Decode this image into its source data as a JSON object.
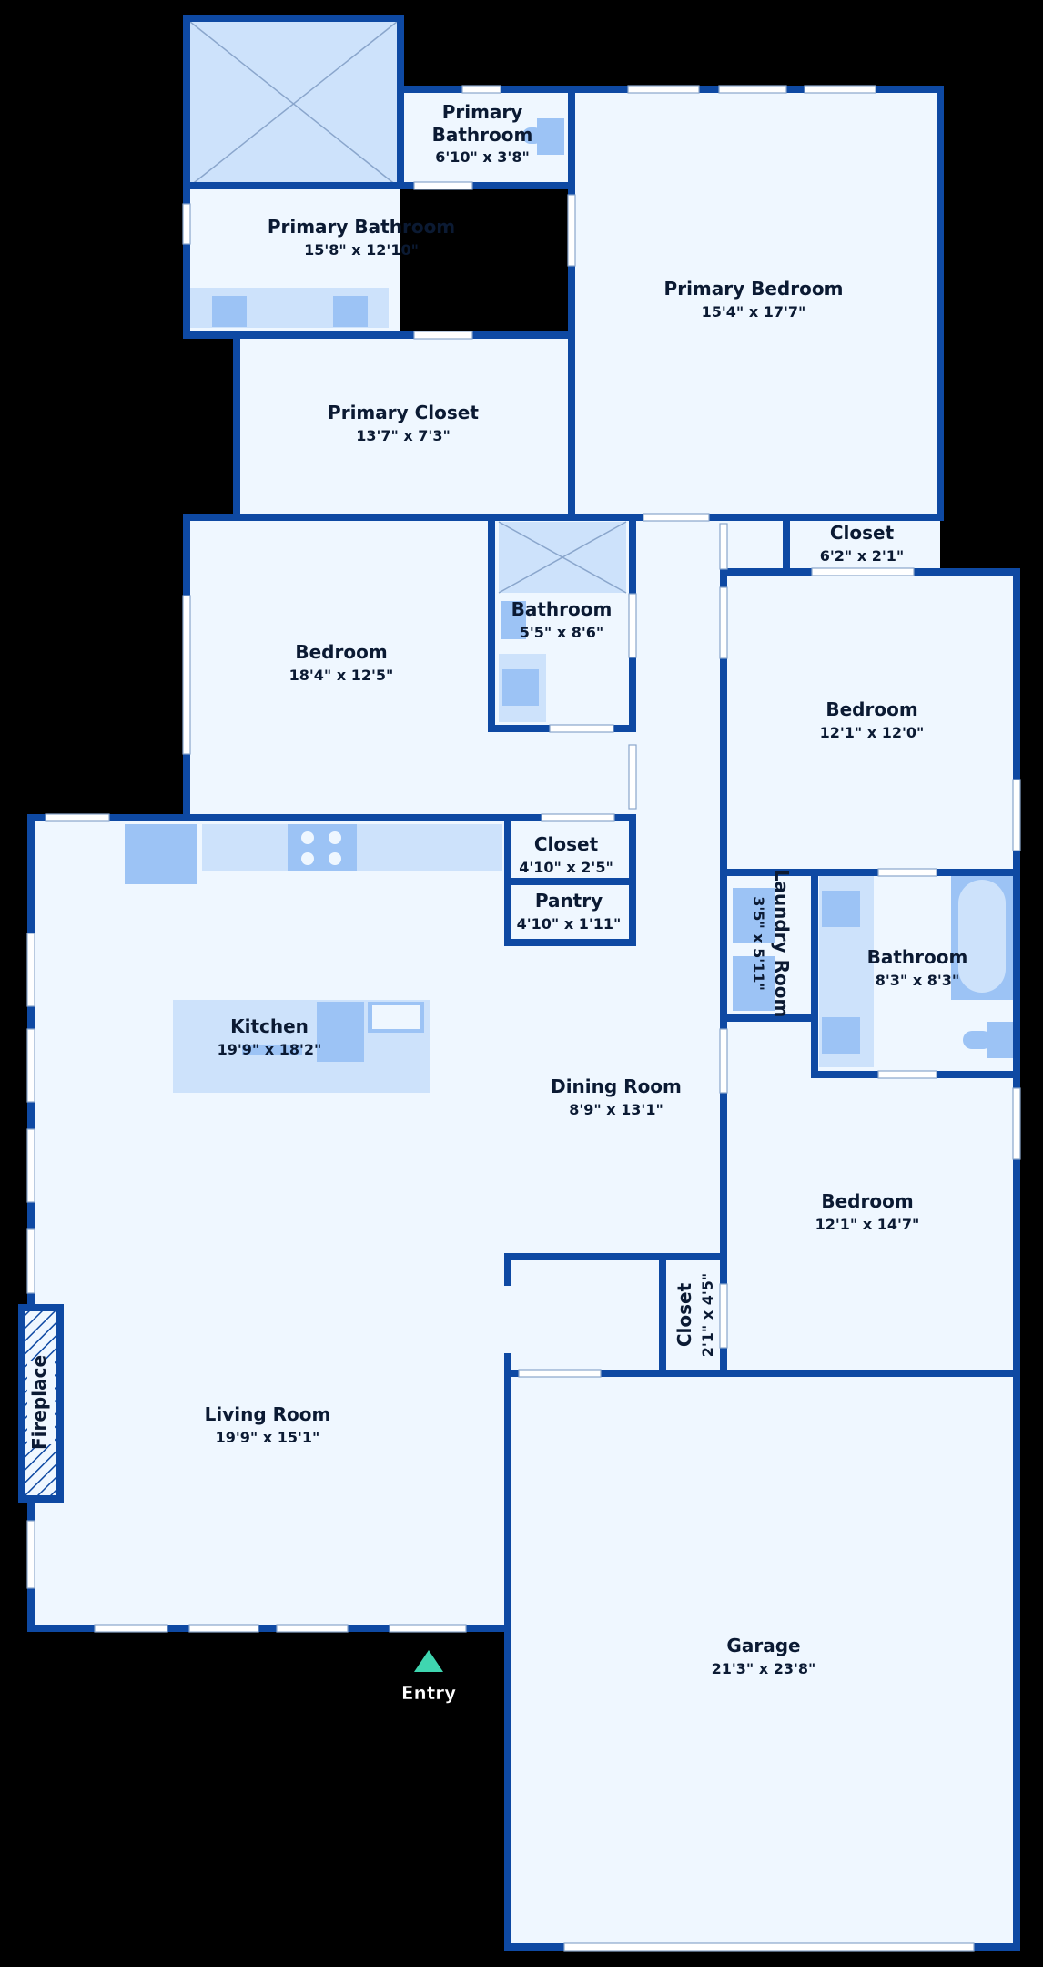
{
  "rooms": {
    "primary_bath_small": {
      "name_line1": "Primary",
      "name_line2": "Bathroom",
      "dims": "6'10\" x 3'8\""
    },
    "primary_bath": {
      "name": "Primary Bathroom",
      "dims": "15'8\" x 12'10\""
    },
    "primary_bedroom": {
      "name": "Primary Bedroom",
      "dims": "15'4\" x 17'7\""
    },
    "primary_closet": {
      "name": "Primary Closet",
      "dims": "13'7\" x 7'3\""
    },
    "closet_top": {
      "name": "Closet",
      "dims": "6'2\" x 2'1\""
    },
    "bedroom_1": {
      "name": "Bedroom",
      "dims": "18'4\" x 12'5\""
    },
    "bathroom_1": {
      "name": "Bathroom",
      "dims": "5'5\" x 8'6\""
    },
    "bedroom_2": {
      "name": "Bedroom",
      "dims": "12'1\" x 12'0\""
    },
    "closet_kitchen": {
      "name": "Closet",
      "dims": "4'10\" x 2'5\""
    },
    "pantry": {
      "name": "Pantry",
      "dims": "4'10\" x 1'11\""
    },
    "laundry": {
      "name": "Laundry Room",
      "dims": "3'5\" x 5'11\""
    },
    "bathroom_2": {
      "name": "Bathroom",
      "dims": "8'3\" x 8'3\""
    },
    "kitchen": {
      "name": "Kitchen",
      "dims": "19'9\" x 18'2\""
    },
    "dining": {
      "name": "Dining Room",
      "dims": "8'9\" x 13'1\""
    },
    "bedroom_3": {
      "name": "Bedroom",
      "dims": "12'1\" x 14'7\""
    },
    "closet_small": {
      "name": "Closet",
      "dims": "2'1\" x 4'5\""
    },
    "fireplace": {
      "name": "Fireplace"
    },
    "living": {
      "name": "Living Room",
      "dims": "19'9\" x 15'1\""
    },
    "garage": {
      "name": "Garage",
      "dims": "21'3\" x 23'8\""
    }
  },
  "entry": {
    "label": "Entry"
  },
  "colors": {
    "wall": "#0e49a3",
    "floor": "#eff7ff",
    "fixture": "#cde2fb",
    "entry_marker": "#3fd6b0",
    "background": "#000000"
  }
}
